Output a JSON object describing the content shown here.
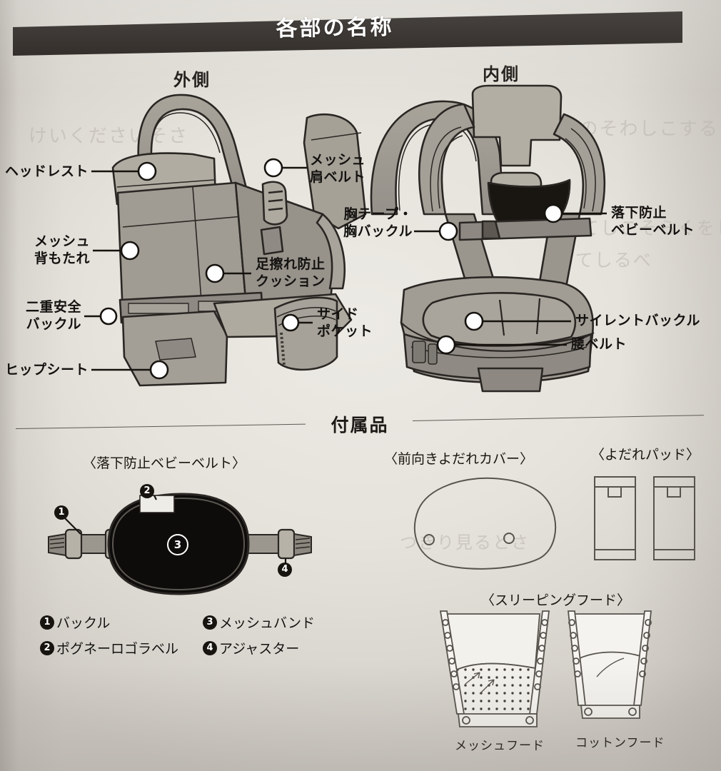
{
  "header": {
    "title": "各部の名称",
    "outside_label": "外側",
    "inside_label": "内側"
  },
  "diagram_labels": {
    "left": [
      {
        "text": "ヘッドレスト",
        "id": "headrest"
      },
      {
        "text": "メッシュ\n背もたれ",
        "id": "mesh-backrest"
      },
      {
        "text": "二重安全\nバックル",
        "id": "double-safety-buckle"
      },
      {
        "text": "ヒップシート",
        "id": "hip-seat"
      }
    ],
    "middle": [
      {
        "text": "メッシュ\n肩ベルト",
        "id": "mesh-shoulder-belt"
      },
      {
        "text": "足擦れ防止\nクッション",
        "id": "leg-chafe-cushion"
      },
      {
        "text": "サイド\nポケット",
        "id": "side-pocket"
      },
      {
        "text": "胸テープ・\n胸バックル",
        "id": "chest-tape-buckle"
      }
    ],
    "right": [
      {
        "text": "落下防止\nベビーベルト",
        "id": "anti-fall-baby-belt"
      },
      {
        "text": "サイレントバックル",
        "id": "silent-buckle"
      },
      {
        "text": "腰ベルト",
        "id": "waist-belt"
      }
    ]
  },
  "accessories": {
    "section_title": "付属品",
    "items": [
      {
        "caption": "〈落下防止ベビーベルト〉",
        "id": "anti-fall-baby-belt"
      },
      {
        "caption": "〈前向きよだれカバー〉",
        "id": "forward-facing-drool-cover"
      },
      {
        "caption": "〈よだれパッド〉",
        "id": "drool-pad"
      },
      {
        "caption": "〈スリーピングフード〉",
        "id": "sleeping-hood"
      }
    ],
    "belt_legend": [
      {
        "num": "❶",
        "n": "1",
        "text": "バックル"
      },
      {
        "num": "❷",
        "n": "2",
        "text": "ポグネーロゴラベル"
      },
      {
        "num": "❸",
        "n": "3",
        "text": "メッシュバンド"
      },
      {
        "num": "❹",
        "n": "4",
        "text": "アジャスター"
      }
    ],
    "belt_markers": {
      "m1": "1",
      "m2": "2",
      "m3": "3",
      "m4": "4"
    },
    "hood_captions": [
      {
        "text": "メッシュフード",
        "id": "mesh-hood"
      },
      {
        "text": "コットンフード",
        "id": "cotton-hood"
      }
    ]
  },
  "colors": {
    "paper": "#e6e3dc",
    "band": "#241f1b",
    "ink": "#141210",
    "fabric_gray": "#9d998f",
    "fabric_gray_dark": "#8b8780",
    "fabric_gray_light": "#b2aea4",
    "outline": "#2a2623",
    "belt_black": "#0e0d0c",
    "thin_line": "#6e6a64"
  },
  "ghost_text": {
    "lines": [
      "けいくださいそさ",
      "きるさこのそわしこする",
      "すうてしこそらくをし",
      "ってしるべ",
      "つきり見るとさ"
    ]
  }
}
